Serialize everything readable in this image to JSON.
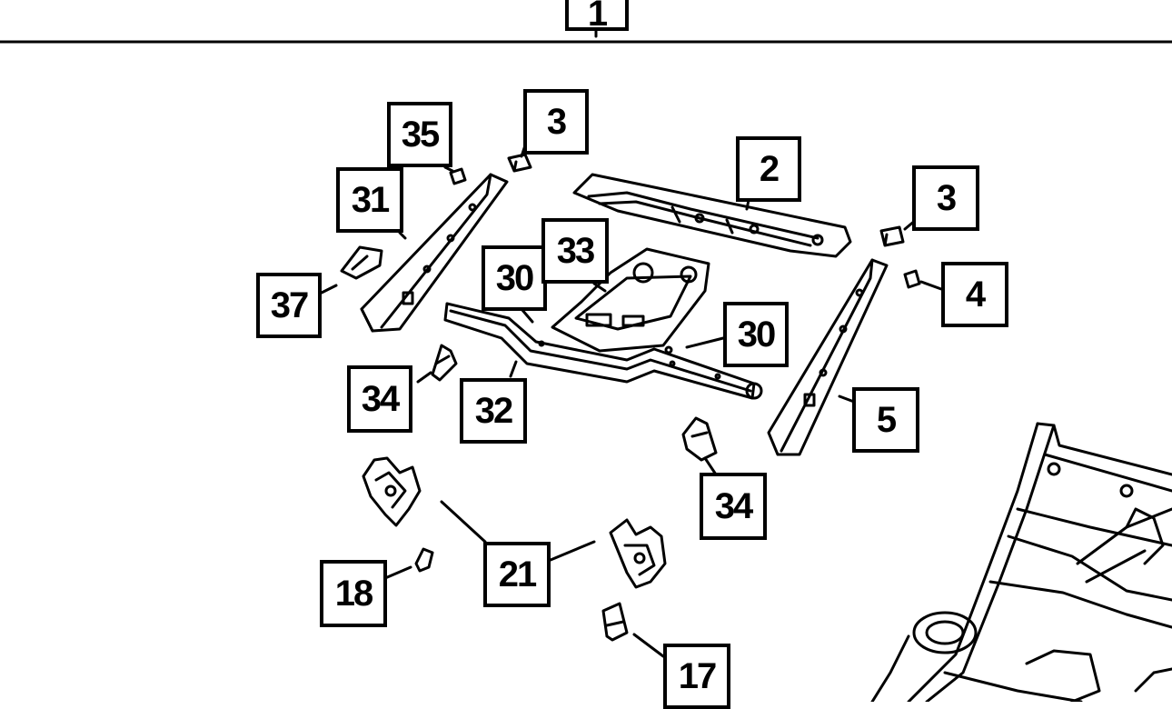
{
  "diagram": {
    "callouts": {
      "c1": "1",
      "c2": "2",
      "c3a": "3",
      "c3b": "3",
      "c4": "4",
      "c5": "5",
      "c17": "17",
      "c18": "18",
      "c21": "21",
      "c30a": "30",
      "c30b": "30",
      "c31": "31",
      "c32": "32",
      "c33": "33",
      "c34a": "34",
      "c34b": "34",
      "c35": "35",
      "c37": "37"
    }
  },
  "colors": {
    "ink": "#000000",
    "paper": "#ffffff"
  }
}
